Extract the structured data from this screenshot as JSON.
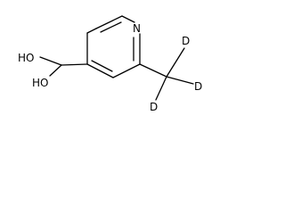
{
  "molecule": {
    "atoms": {
      "nitrogen": "N",
      "hydroxyl_top": "HO",
      "hydroxyl_bottom": "HO",
      "deuterium_top": "D",
      "deuterium_right": "D",
      "deuterium_bottom": "D"
    },
    "line_color": "#000000",
    "background": "#ffffff"
  }
}
